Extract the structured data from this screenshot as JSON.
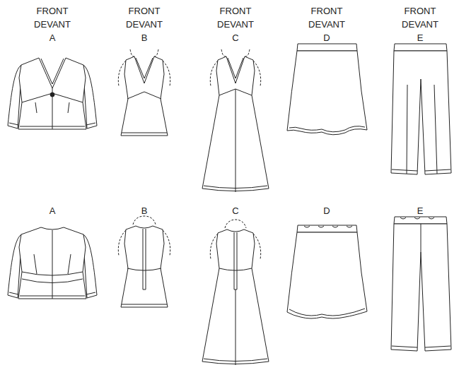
{
  "diagram": {
    "labels": [
      "FRONT",
      "DEVANT",
      "A",
      "FRONT",
      "DEVANT",
      "B",
      "FRONT",
      "DEVANT",
      "C",
      "FRONT",
      "DEVANT",
      "D",
      "FRONT",
      "DEVANT",
      "E",
      "A",
      "B",
      "C",
      "D",
      "E"
    ]
  }
}
